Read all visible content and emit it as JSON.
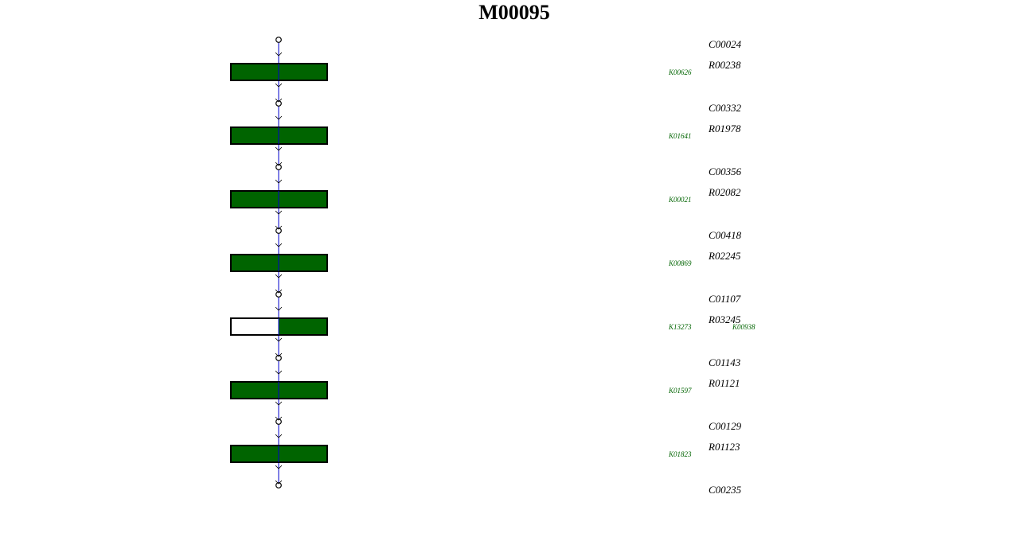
{
  "title": "M00095",
  "colors": {
    "filled": "#006400",
    "empty": "#ffffff",
    "border": "#000000",
    "line": "#0000cc",
    "ko_text": "#006400",
    "label_text": "#000000"
  },
  "compounds": [
    "C00024",
    "C00332",
    "C00356",
    "C00418",
    "C01107",
    "C01143",
    "C00129",
    "C00235"
  ],
  "steps": [
    {
      "reaction": "R00238",
      "kos": [
        "K00626"
      ],
      "filled": [
        true,
        true
      ]
    },
    {
      "reaction": "R01978",
      "kos": [
        "K01641"
      ],
      "filled": [
        true,
        true
      ]
    },
    {
      "reaction": "R02082",
      "kos": [
        "K00021"
      ],
      "filled": [
        true,
        true
      ]
    },
    {
      "reaction": "R02245",
      "kos": [
        "K00869"
      ],
      "filled": [
        true,
        true
      ]
    },
    {
      "reaction": "R03245",
      "kos": [
        "K13273",
        "K00938"
      ],
      "filled": [
        false,
        true
      ]
    },
    {
      "reaction": "R01121",
      "kos": [
        "K01597"
      ],
      "filled": [
        true,
        true
      ]
    },
    {
      "reaction": "R01123",
      "kos": [
        "K01823"
      ],
      "filled": [
        true,
        true
      ]
    }
  ]
}
